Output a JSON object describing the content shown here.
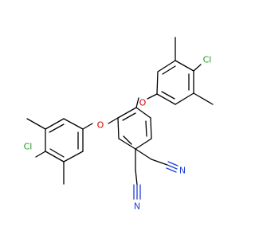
{
  "atoms": {
    "o_upper": "O",
    "o_lower": "O",
    "cl_right": "Cl",
    "cl_left": "Cl",
    "n_upper": "N",
    "n_lower": "N"
  },
  "colors": {
    "bond": "#000000",
    "oxygen": "#d40000",
    "chlorine": "#1f9b1f",
    "nitrogen": "#1f3fd8"
  }
}
